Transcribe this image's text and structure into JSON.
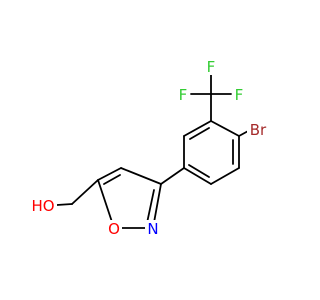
{
  "molecule": {
    "atoms": {
      "br": {
        "label": "Br",
        "color": "#a52a2a"
      },
      "f_left": {
        "label": "F",
        "color": "#33cc33"
      },
      "f_top": {
        "label": "F",
        "color": "#33cc33"
      },
      "f_right": {
        "label": "F",
        "color": "#33cc33"
      },
      "hydroxyl": {
        "label": "HO",
        "color": "#ff0000"
      },
      "ring_oxygen": {
        "label": "O",
        "color": "#ff0000"
      },
      "ring_nitrogen": {
        "label": "N",
        "color": "#0000ff"
      }
    },
    "bond_color": "#000000"
  }
}
